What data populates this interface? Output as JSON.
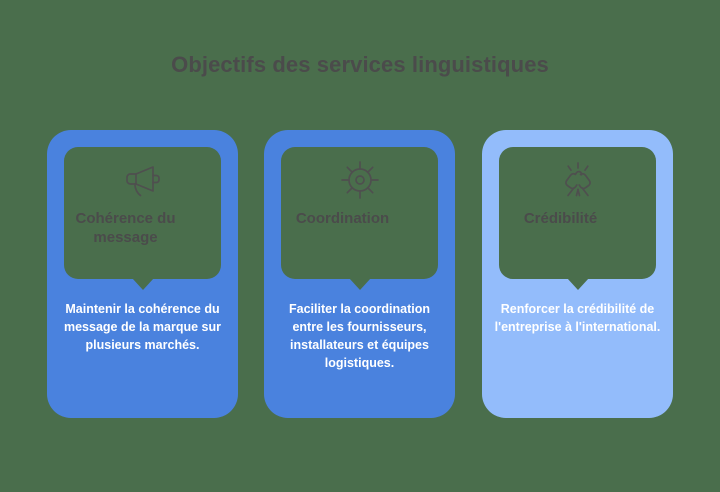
{
  "page": {
    "background_color": "#4a6e4c",
    "title": "Objectifs des services linguistiques",
    "title_color": "#4b4b4b"
  },
  "cards": [
    {
      "icon": "megaphone-icon",
      "heading": "Cohérence du message",
      "body": "Maintenir la cohérence du message de la marque sur plusieurs marchés.",
      "color": "#4a82de"
    },
    {
      "icon": "sun-gear-icon",
      "heading": "Coordination",
      "body": "Faciliter la coordination entre les fournisseurs, installateurs et équipes logistiques.",
      "color": "#4a82de"
    },
    {
      "icon": "fist-bump-icon",
      "heading": "Crédibilité",
      "body": "Renforcer la crédibilité de l'entreprise à l'international.",
      "color": "#93bcfb"
    }
  ]
}
